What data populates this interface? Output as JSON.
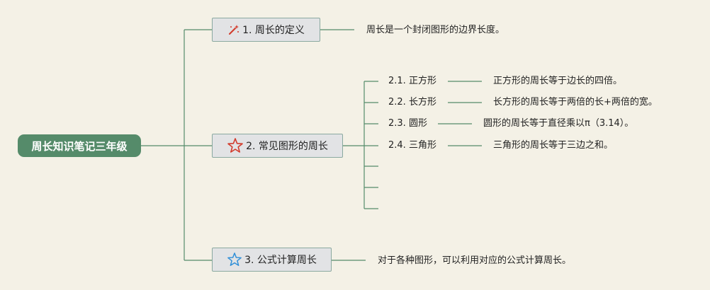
{
  "root": {
    "label": "周长知识笔记三年级"
  },
  "topics": [
    {
      "label": "1. 周长的定义",
      "icon": "magic-wand-icon",
      "note": "周长是一个封闭图形的边界长度。"
    },
    {
      "label": "2. 常见图形的周长",
      "icon": "star-outline-red-icon",
      "subtopics": [
        {
          "label": "2.1. 正方形",
          "note": "正方形的周长等于边长的四倍。"
        },
        {
          "label": "2.2. 长方形",
          "note": "长方形的周长等于两倍的长+两倍的宽。"
        },
        {
          "label": "2.3. 圆形",
          "note": "圆形的周长等于直径乘以π（3.14）。"
        },
        {
          "label": "2.4. 三角形",
          "note": "三角形的周长等于三边之和。"
        }
      ]
    },
    {
      "label": "3. 公式计算周长",
      "icon": "star-outline-blue-icon",
      "note": "对于各种图形，可以利用对应的公式计算周长。"
    }
  ],
  "colors": {
    "background": "#f4f1e6",
    "root_fill": "#558b6a",
    "connector": "#558b6a",
    "topic_fill": "#e2e3e5",
    "topic_border": "#8aa9a0"
  }
}
